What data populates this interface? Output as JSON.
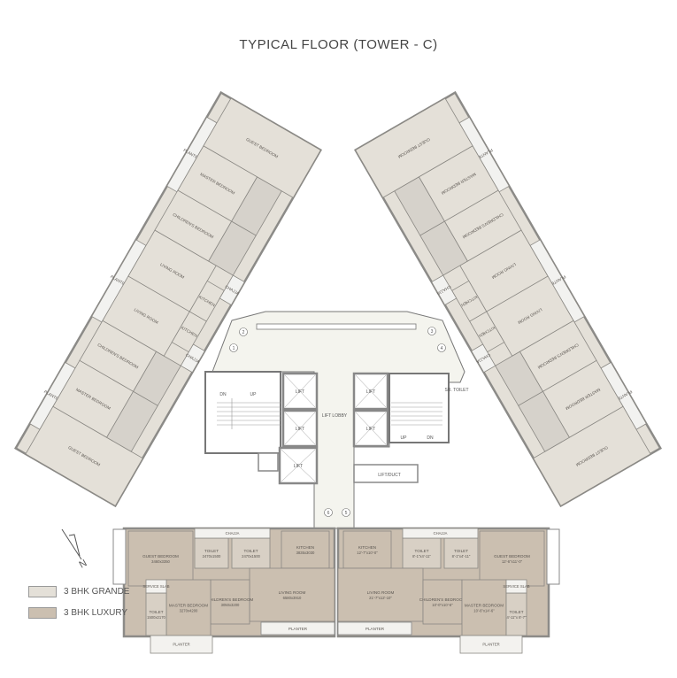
{
  "title": "TYPICAL FLOOR (TOWER - C)",
  "colors": {
    "grande": "#e4e0d8",
    "luxury": "#cbbfb0",
    "wall": "#8c8b88",
    "lobby": "#f4f4ee"
  },
  "legend": [
    {
      "label": "3 BHK GRANDE",
      "color": "#e4e0d8"
    },
    {
      "label": "3 BHK LUXURY",
      "color": "#cbbfb0"
    }
  ],
  "compass": {
    "label": "N"
  },
  "wing_rooms": {
    "guest": "GUEST BEDROOM",
    "master": "MASTER BEDROOM",
    "children": "CHILDREN'S BEDROOM",
    "living": "LIVING ROOM",
    "kitchen": "KITCHEN",
    "planter": "PLANTER",
    "chajja": "CHAJJA"
  },
  "core": {
    "lift": "LIFT",
    "lobby": "LIFT LOBBY",
    "up": "UP",
    "dn": "DN",
    "sr_toilet": "SR. TOILET",
    "duct": "LIFT/DUCT",
    "flat_numbers": [
      "1",
      "2",
      "3",
      "4",
      "5",
      "6"
    ]
  },
  "bottom_left": {
    "guest": {
      "name": "GUEST BEDROOM",
      "size": "3460x3350"
    },
    "toilet1": {
      "name": "TOILET",
      "size": "2470x1500"
    },
    "toilet2": {
      "name": "TOILET",
      "size": "2470x1500"
    },
    "chajja": "CHAJJA",
    "kitchen": {
      "name": "KITCHEN",
      "size": "3835x3030"
    },
    "living": {
      "name": "LIVING ROOM",
      "size": "6580x3910"
    },
    "children": {
      "name": "CHILDREN'S BEDROOM",
      "size": "3050x3200"
    },
    "master": {
      "name": "MASTER BEDROOM",
      "size": "3270x4200"
    },
    "toilet3": {
      "name": "TOILET",
      "size": "1500x2170"
    },
    "service": "SERVICE SLAB",
    "planter": "PLANTER"
  },
  "bottom_right": {
    "guest": {
      "name": "GUEST BEDROOM",
      "size": "12'-6\"x11'-0\""
    },
    "toilet1": {
      "name": "TOILET",
      "size": "8'-1\"x4'-11\""
    },
    "toilet2": {
      "name": "TOILET",
      "size": "8'-1\"x4'-11\""
    },
    "chajja": "CHAJJA",
    "kitchen": {
      "name": "KITCHEN",
      "size": "12'-7\"x10'-0\""
    },
    "living": {
      "name": "LIVING ROOM",
      "size": "21'-7\"x12'-10\""
    },
    "children": {
      "name": "CHILDREN'S BEDROOM",
      "size": "10'-0\"x10'-6\""
    },
    "master": {
      "name": "MASTER BEDROOM",
      "size": "10'-6\"x14'-6\""
    },
    "toilet3": {
      "name": "TOILET",
      "size": "4'-11\"x 8'-7\""
    },
    "service": "SERVICE SLAB",
    "planter": "PLANTER"
  }
}
